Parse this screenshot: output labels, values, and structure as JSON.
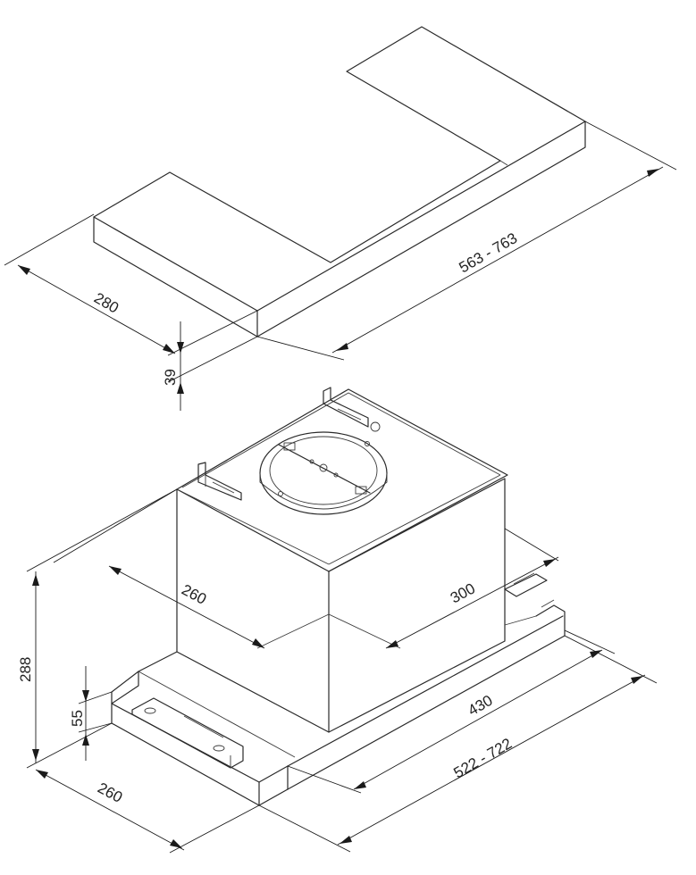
{
  "dimensions": {
    "top_depth": "280",
    "top_length": "563 - 763",
    "top_thickness": "39",
    "hood_depth": "260",
    "hood_width": "300",
    "total_height": "288",
    "base_height": "55",
    "base_depth": "260",
    "base_inner_width": "430",
    "base_width": "522 - 722"
  },
  "colors": {
    "line": "#2a2a2a",
    "background": "#ffffff"
  }
}
